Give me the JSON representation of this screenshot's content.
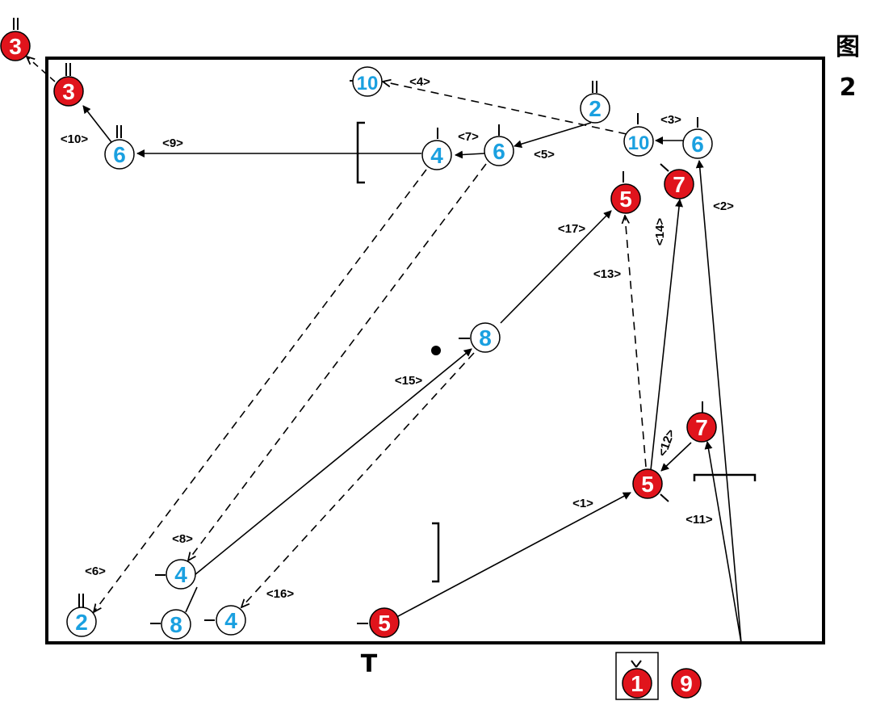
{
  "figure": {
    "title_char": "图",
    "number": "2"
  },
  "colors": {
    "blue_player": "#1aa0e0",
    "red_player": "#e0141c",
    "line": "#000000"
  },
  "players": {
    "red_3_outside": "3",
    "red_3": "3",
    "blue_10_top": "10",
    "blue_2_top": "2",
    "blue_10_right": "10",
    "blue_6_right": "6",
    "blue_6_mid": "6",
    "blue_4_mid": "4",
    "blue_6_left": "6",
    "red_7_top": "7",
    "red_5_top": "5",
    "blue_8_center": "8",
    "red_7_low": "7",
    "red_5_low": "5",
    "blue_4_lowleft": "4",
    "blue_2_bottom": "2",
    "blue_8_bottom": "8",
    "blue_4_bottom": "4",
    "red_5_bottom": "5",
    "red_1_bench": "1",
    "red_9_bench": "9"
  },
  "step_labels": {
    "s1": "<1>",
    "s2": "<2>",
    "s3": "<3>",
    "s4": "<4>",
    "s5": "<5>",
    "s6": "<6>",
    "s7": "<7>",
    "s8": "<8>",
    "s9": "<9>",
    "s10": "<10>",
    "s11": "<11>",
    "s12": "<12>",
    "s13": "<13>",
    "s14": "<14>",
    "s15": "<15>",
    "s16": "<16>",
    "s17": "<17>"
  },
  "court_marks": {
    "baseline_marker": "T"
  }
}
